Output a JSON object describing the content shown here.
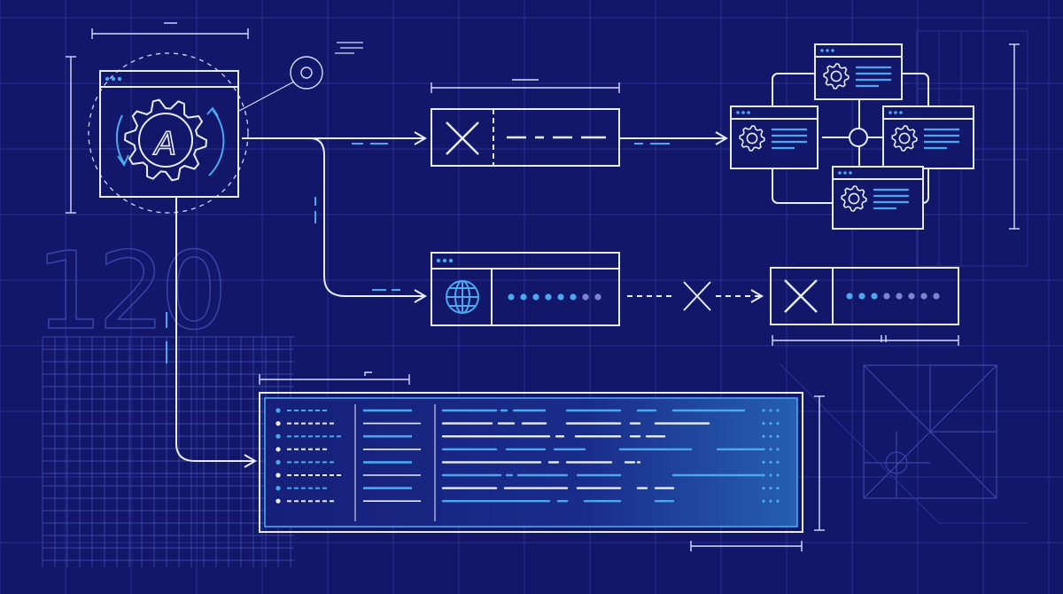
{
  "colors": {
    "background": "#13176a",
    "line_white": "#e8ecff",
    "accent_blue": "#4aa8f0",
    "grid": "#2a3190"
  },
  "icons": {
    "core": "gear-with-letter-icon",
    "blocked": "x-mark-icon",
    "web": "globe-icon",
    "service": "gear-icon"
  },
  "core_badge": {
    "letter": "A"
  },
  "big_numerals": {
    "text": "120"
  },
  "log_rows": 8
}
